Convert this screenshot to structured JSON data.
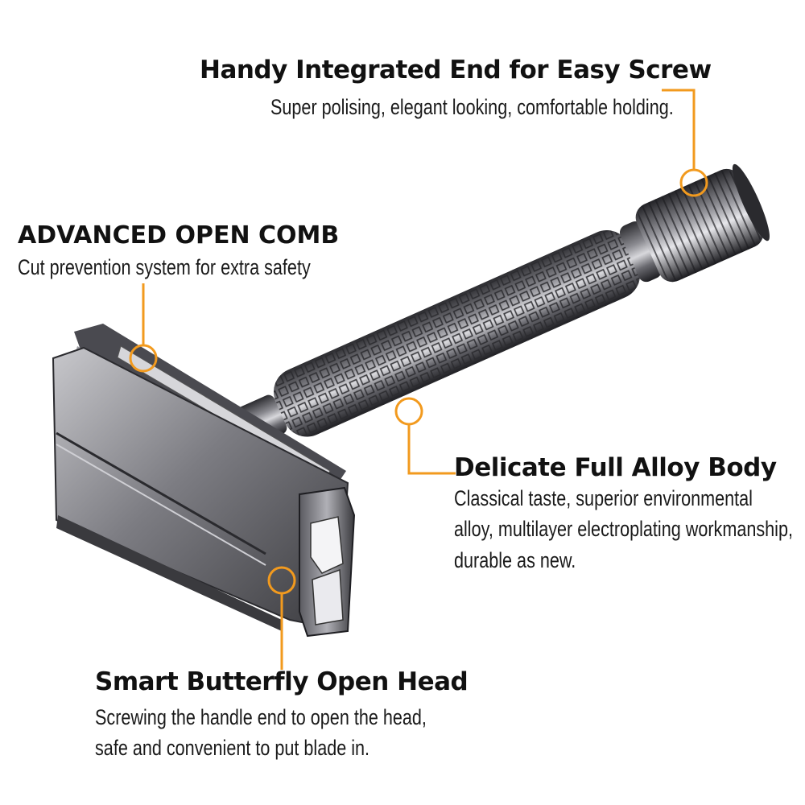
{
  "accent_color": "#f29a1e",
  "callouts": {
    "screw": {
      "title": "Handy Integrated End for Easy Screw",
      "description": "Super polising, elegant looking, comfortable holding."
    },
    "comb": {
      "title": "ADVANCED OPEN COMB",
      "description": "Cut prevention system for extra safety"
    },
    "body": {
      "title": "Delicate Full Alloy Body",
      "description_lines": [
        "Classical taste, superior environmental",
        "alloy, multilayer electroplating workmanship,",
        "durable as new."
      ]
    },
    "head": {
      "title": "Smart Butterfly Open Head",
      "description_lines": [
        "Screwing the handle end to open the head,",
        "safe and convenient to put blade in."
      ]
    }
  }
}
